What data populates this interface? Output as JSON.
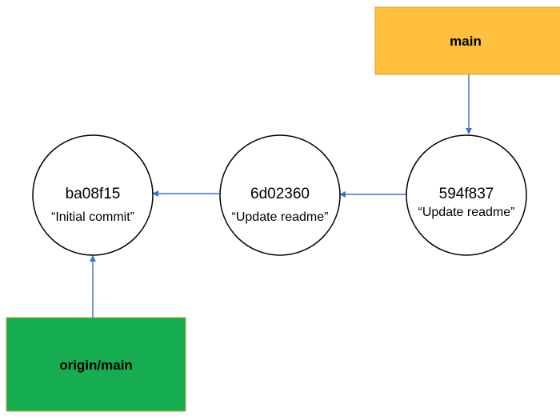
{
  "commits": [
    {
      "hash": "ba08f15",
      "message": "“Initial commit”"
    },
    {
      "hash": "6d02360",
      "message": "“Update readme”"
    },
    {
      "hash": "594f837",
      "message": "“Update readme”"
    }
  ],
  "refs": {
    "main": {
      "label": "main",
      "color": "#FFBF3F"
    },
    "origin_main": {
      "label": "origin/main",
      "color": "#15AD50"
    }
  },
  "edge_color": "#4472C4"
}
